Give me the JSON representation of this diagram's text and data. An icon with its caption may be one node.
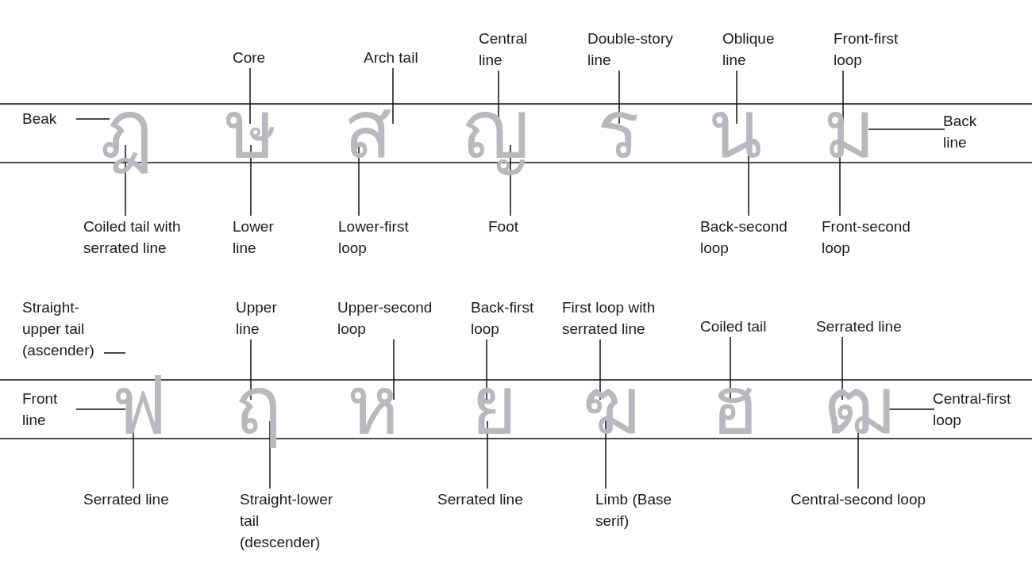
{
  "diagram": {
    "nodes": [
      {
        "text": [
          "ฎ"
        ]
      },
      {
        "text": [
          "ษ"
        ]
      },
      {
        "text": [
          "ส"
        ]
      },
      {
        "text": [
          "ญ"
        ]
      },
      {
        "text": [
          "ร"
        ]
      },
      {
        "text": [
          "น"
        ]
      },
      {
        "text": [
          "ม"
        ]
      },
      {
        "text": [
          "Beak"
        ]
      },
      {
        "text": [
          "Core"
        ]
      },
      {
        "text": [
          "Arch tail"
        ]
      },
      {
        "text": [
          "Central line"
        ]
      },
      {
        "text": [
          "Double-story line"
        ]
      },
      {
        "text": [
          "Oblique line"
        ]
      },
      {
        "text": [
          "Front-first loop"
        ]
      },
      {
        "text": [
          "Back line"
        ]
      },
      {
        "text": [
          "Coiled tail with serrated line"
        ]
      },
      {
        "text": [
          "Lower line"
        ]
      },
      {
        "text": [
          "Lower-first loop"
        ]
      },
      {
        "text": [
          "Foot"
        ]
      },
      {
        "text": [
          "Back-second loop"
        ]
      },
      {
        "text": [
          "Front-second loop"
        ]
      },
      {
        "text": [
          "ฟ"
        ]
      },
      {
        "text": [
          "ฤ"
        ]
      },
      {
        "text": [
          "ห"
        ]
      },
      {
        "text": [
          "ย"
        ]
      },
      {
        "text": [
          "ฆ"
        ]
      },
      {
        "text": [
          "ฮ"
        ]
      },
      {
        "text": [
          "ฒ"
        ]
      },
      {
        "text": [
          "Straight-upper tail (ascender)"
        ]
      },
      {
        "text": [
          "Upper line"
        ]
      },
      {
        "text": [
          "Upper-second loop"
        ]
      },
      {
        "text": [
          "Back-first loop"
        ]
      },
      {
        "text": [
          "First loop with serrated line"
        ]
      },
      {
        "text": [
          "Coiled tail"
        ]
      },
      {
        "text": [
          "Serrated line"
        ]
      },
      {
        "text": [
          "Front line"
        ]
      },
      {
        "text": [
          "Central-first loop"
        ]
      },
      {
        "text": [
          "Serrated line"
        ]
      },
      {
        "text": [
          "Straight-lower tail (descender)"
        ]
      },
      {
        "text": [
          "Serrated line"
        ]
      },
      {
        "text": [
          "Limb (Base serif)"
        ]
      },
      {
        "text": [
          "Central-second loop"
        ]
      }
    ],
    "edges": [
      {
        "from": 7,
        "to": 0,
        "arrow": "none"
      },
      {
        "from": 8,
        "to": 1,
        "arrow": "none"
      },
      {
        "from": 9,
        "to": 2,
        "arrow": "none"
      },
      {
        "from": 10,
        "to": 3,
        "arrow": "none"
      },
      {
        "from": 11,
        "to": 4,
        "arrow": "none"
      },
      {
        "from": 12,
        "to": 5,
        "arrow": "none"
      },
      {
        "from": 13,
        "to": 6,
        "arrow": "none"
      },
      {
        "from": 14,
        "to": 6,
        "arrow": "none"
      },
      {
        "from": 15,
        "to": 0,
        "arrow": "none"
      },
      {
        "from": 16,
        "to": 1,
        "arrow": "none"
      },
      {
        "from": 17,
        "to": 2,
        "arrow": "none"
      },
      {
        "from": 18,
        "to": 3,
        "arrow": "none"
      },
      {
        "from": 19,
        "to": 5,
        "arrow": "none"
      },
      {
        "from": 20,
        "to": 6,
        "arrow": "none"
      },
      {
        "from": 28,
        "to": 21,
        "arrow": "none"
      },
      {
        "from": 29,
        "to": 22,
        "arrow": "none"
      },
      {
        "from": 30,
        "to": 23,
        "arrow": "none"
      },
      {
        "from": 31,
        "to": 24,
        "arrow": "none"
      },
      {
        "from": 32,
        "to": 25,
        "arrow": "none"
      },
      {
        "from": 33,
        "to": 26,
        "arrow": "none"
      },
      {
        "from": 34,
        "to": 27,
        "arrow": "none"
      },
      {
        "from": 35,
        "to": 21,
        "arrow": "none"
      },
      {
        "from": 36,
        "to": 27,
        "arrow": "none"
      },
      {
        "from": 37,
        "to": 21,
        "arrow": "none"
      },
      {
        "from": 38,
        "to": 22,
        "arrow": "none"
      },
      {
        "from": 39,
        "to": 24,
        "arrow": "none"
      },
      {
        "from": 40,
        "to": 25,
        "arrow": "none"
      },
      {
        "from": 41,
        "to": 27,
        "arrow": "none"
      }
    ]
  }
}
